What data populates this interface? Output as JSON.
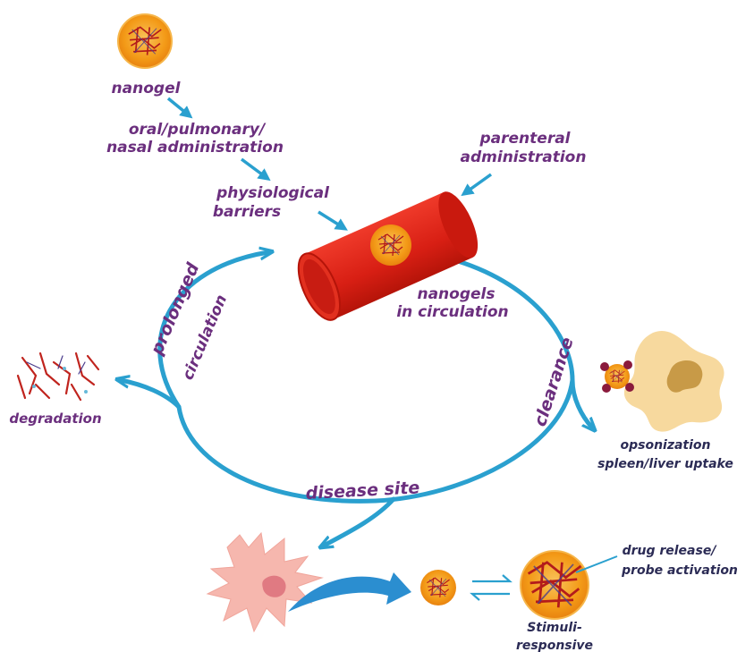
{
  "colors": {
    "label_purple": "#6b2f7e",
    "arrow_blue": "#2aa0cf",
    "vessel_red": "#e0261b",
    "nanogel_orange": "#f5a21b",
    "cell_pink": "#f6b7ae",
    "macrophage_tan": "#f6d79a"
  },
  "labels": {
    "nanogel": "nanogel",
    "oral_line1": "oral/pulmonary/",
    "oral_line2": "nasal administration",
    "physio_line1": "physiological",
    "physio_line2": "barriers",
    "parenteral_line1": "parenteral",
    "parenteral_line2": "administration",
    "in_circ_line1": "nanogels",
    "in_circ_line2": "in circulation",
    "prolonged": "prolonged",
    "circulation": "circulation",
    "clearance": "clearance",
    "degradation": "degradation",
    "opsonization_line1": "opsonization",
    "opsonization_line2": "spleen/liver uptake",
    "disease_site": "disease site",
    "drug_release_line1": "drug release/",
    "drug_release_line2": "probe activation",
    "stimuli_line1": "Stimuli-",
    "stimuli_line2": "responsive"
  },
  "icons": {
    "nanogel_top": "nanogel-icon",
    "vessel": "blood-vessel-icon",
    "macrophage": "macrophage-icon",
    "degraded": "degraded-polymer-icon",
    "tumor_cell": "tumor-cell-icon",
    "equilibrium": "equilibrium-arrows-icon"
  }
}
